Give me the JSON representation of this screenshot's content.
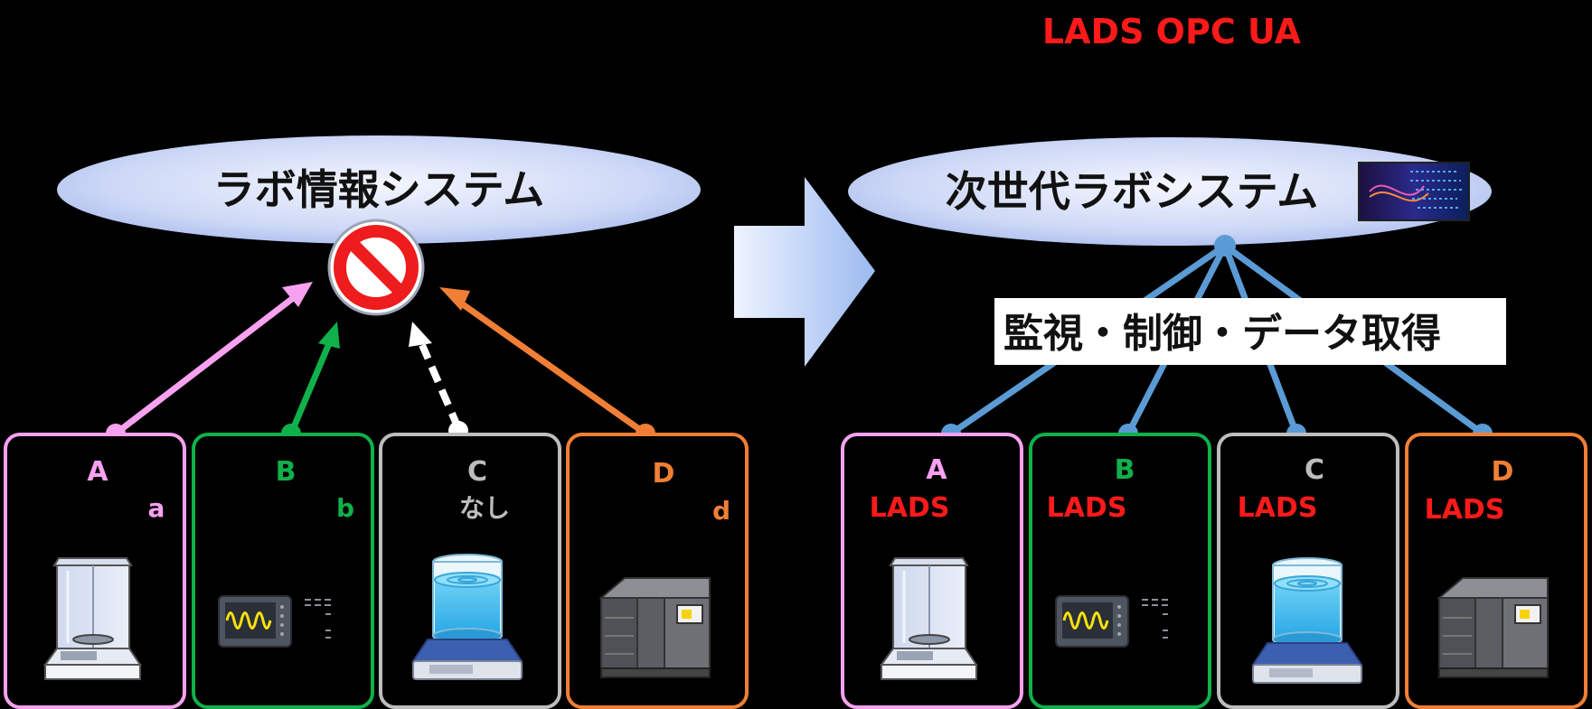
{
  "header": {
    "protocol": "LADS OPC UA"
  },
  "left": {
    "system_title": "ラボ情報システム",
    "devices": [
      {
        "id": "A",
        "sub": "a"
      },
      {
        "id": "B",
        "sub": "b"
      },
      {
        "id": "C",
        "sub": "なし"
      },
      {
        "id": "D",
        "sub": "d"
      }
    ]
  },
  "right": {
    "system_title": "次世代ラボシステム",
    "function_label": "監視・制御・データ取得",
    "devices": [
      {
        "id": "A",
        "tag": "LADS"
      },
      {
        "id": "B",
        "tag": "LADS"
      },
      {
        "id": "C",
        "tag": "LADS"
      },
      {
        "id": "D",
        "tag": "LADS"
      }
    ]
  },
  "colors": {
    "A": "#f7a1f0",
    "B": "#10b04a",
    "C": "#bdbdbd",
    "D": "#f07f35",
    "lads_text": "#ff1a1a",
    "connector": "#5b9bd5",
    "ellipse": "#c9d5f5"
  },
  "icons": {
    "A": "analytical-balance-icon",
    "B": "oscilloscope-icon",
    "C": "magnetic-stirrer-beaker-icon",
    "D": "instrument-machine-icon",
    "prohibited": "prohibited-icon",
    "ai": "ai-network-thumbnail-icon"
  }
}
